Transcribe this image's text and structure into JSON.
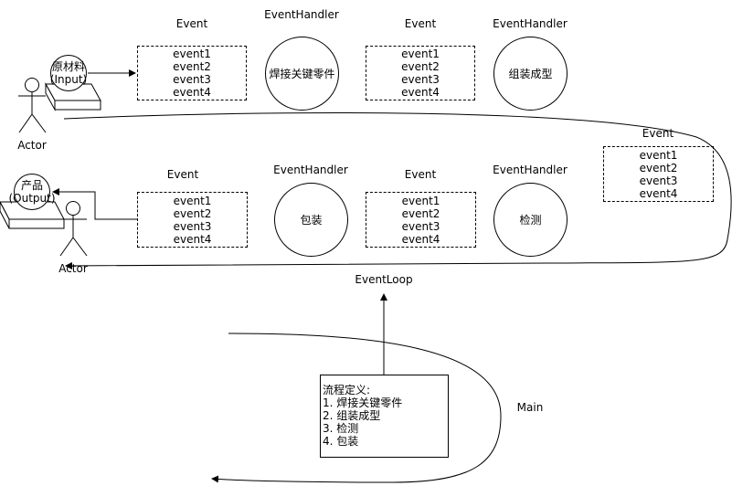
{
  "top_row": {
    "event_title_1": "Event",
    "event_items_1": [
      "event1",
      "event2",
      "event3",
      "event4"
    ],
    "handler_title_1": "EventHandler",
    "handler_1": "焊接关键零件",
    "event_title_2": "Event",
    "event_items_2": [
      "event1",
      "event2",
      "event3",
      "event4"
    ],
    "handler_title_2": "EventHandler",
    "handler_2": "组装成型"
  },
  "right_column": {
    "event_title": "Event",
    "event_items": [
      "event1",
      "event2",
      "event3",
      "event4"
    ]
  },
  "bottom_row": {
    "event_title_1": "Event",
    "event_items_1": [
      "event1",
      "event2",
      "event3",
      "event4"
    ],
    "handler_title_1": "EventHandler",
    "handler_1": "包装",
    "event_title_2": "Event",
    "event_items_2": [
      "event1",
      "event2",
      "event3",
      "event4"
    ],
    "handler_title_2": "EventHandler",
    "handler_2": "检测"
  },
  "actors": {
    "input_line1": "原材料",
    "input_line2": "(Input)",
    "input_actor": "Actor",
    "output_line1": "产品",
    "output_line2": "(Output)",
    "output_actor": "Actor"
  },
  "event_loop": "EventLoop",
  "main_label": "Main",
  "flow_definition": [
    "流程定义:",
    "1. 焊接关键零件",
    "2. 组装成型",
    "3. 检测",
    "4. 包装"
  ]
}
